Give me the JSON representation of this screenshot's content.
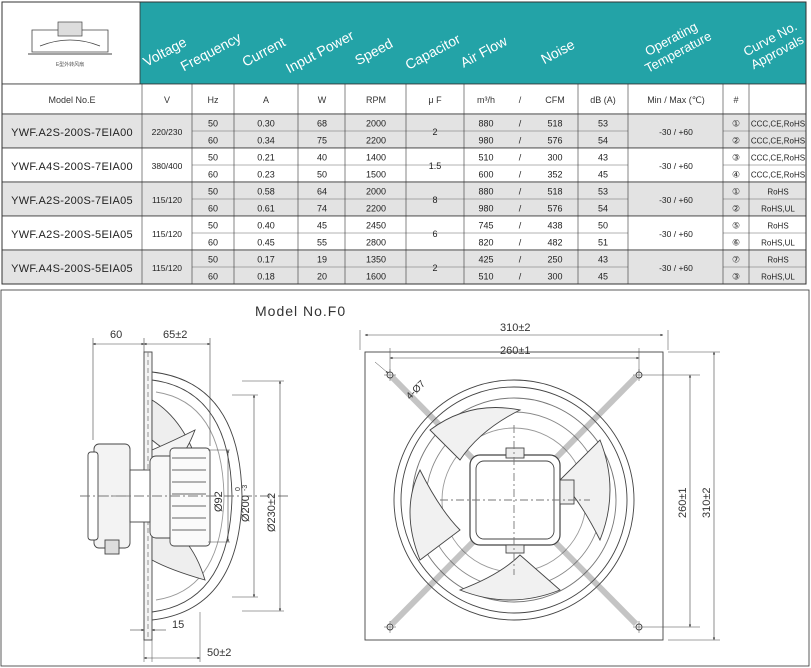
{
  "header": {
    "thumb_caption": "E型外转风扇",
    "columns": [
      "Voltage",
      "Frequency",
      "Current",
      "Input Power",
      "Speed",
      "Capacitor",
      "Air Flow",
      "Noise",
      "Operating Temperature",
      "Curve No. Approvals"
    ],
    "units": [
      "Model No.E",
      "V",
      "Hz",
      "A",
      "W",
      "RPM",
      "μ F",
      "m³/h",
      "/",
      "CFM",
      "dB (A)",
      "Min / Max (℃)",
      "#"
    ]
  },
  "colors": {
    "header_bg": "#23a3a7",
    "row_shade": "#e3e3e3",
    "line": "#333333"
  },
  "rows": [
    {
      "model": "YWF.A2S-200S-7EIA00",
      "voltage": "220/230",
      "cap": "2",
      "temp": "-30 / +60",
      "shade": true,
      "sub": [
        {
          "hz": "50",
          "a": "0.30",
          "w": "68",
          "rpm": "2000",
          "m3h": "880",
          "cfm": "518",
          "db": "53",
          "curve": "①",
          "appr": "CCC,CE,RoHS"
        },
        {
          "hz": "60",
          "a": "0.34",
          "w": "75",
          "rpm": "2200",
          "m3h": "980",
          "cfm": "576",
          "db": "54",
          "curve": "②",
          "appr": "CCC,CE,RoHS"
        }
      ]
    },
    {
      "model": "YWF.A4S-200S-7EIA00",
      "voltage": "380/400",
      "cap": "1.5",
      "temp": "-30 / +60",
      "shade": false,
      "sub": [
        {
          "hz": "50",
          "a": "0.21",
          "w": "40",
          "rpm": "1400",
          "m3h": "510",
          "cfm": "300",
          "db": "43",
          "curve": "③",
          "appr": "CCC,CE,RoHS"
        },
        {
          "hz": "60",
          "a": "0.23",
          "w": "50",
          "rpm": "1500",
          "m3h": "600",
          "cfm": "352",
          "db": "45",
          "curve": "④",
          "appr": "CCC,CE,RoHS"
        }
      ]
    },
    {
      "model": "YWF.A2S-200S-7EIA05",
      "voltage": "115/120",
      "cap": "8",
      "temp": "-30 / +60",
      "shade": true,
      "sub": [
        {
          "hz": "50",
          "a": "0.58",
          "w": "64",
          "rpm": "2000",
          "m3h": "880",
          "cfm": "518",
          "db": "53",
          "curve": "①",
          "appr": "RoHS"
        },
        {
          "hz": "60",
          "a": "0.61",
          "w": "74",
          "rpm": "2200",
          "m3h": "980",
          "cfm": "576",
          "db": "54",
          "curve": "②",
          "appr": "RoHS,UL"
        }
      ]
    },
    {
      "model": "YWF.A2S-200S-5EIA05",
      "voltage": "115/120",
      "cap": "6",
      "temp": "-30 / +60",
      "shade": false,
      "sub": [
        {
          "hz": "50",
          "a": "0.40",
          "w": "45",
          "rpm": "2450",
          "m3h": "745",
          "cfm": "438",
          "db": "50",
          "curve": "⑤",
          "appr": "RoHS"
        },
        {
          "hz": "60",
          "a": "0.45",
          "w": "55",
          "rpm": "2800",
          "m3h": "820",
          "cfm": "482",
          "db": "51",
          "curve": "⑥",
          "appr": "RoHS,UL"
        }
      ]
    },
    {
      "model": "YWF.A4S-200S-5EIA05",
      "voltage": "115/120",
      "cap": "2",
      "temp": "-30 / +60",
      "shade": true,
      "sub": [
        {
          "hz": "50",
          "a": "0.17",
          "w": "19",
          "rpm": "1350",
          "m3h": "425",
          "cfm": "250",
          "db": "43",
          "curve": "⑦",
          "appr": "RoHS"
        },
        {
          "hz": "60",
          "a": "0.18",
          "w": "20",
          "rpm": "1600",
          "m3h": "510",
          "cfm": "300",
          "db": "45",
          "curve": "③",
          "appr": "RoHS,UL"
        }
      ]
    }
  ],
  "drawing": {
    "title": "Model No.F0",
    "dims": {
      "d60": "60",
      "d65": "65±2",
      "d92": "Ø92",
      "d200": "Ø200",
      "d200tol_up": "0",
      "d200tol_dn": "-3",
      "d230": "Ø230±2",
      "d15": "15",
      "d50": "50±2",
      "d310top": "310±2",
      "d260top": "260±1",
      "d4holes": "4-Ø7",
      "d260side": "260±1",
      "d310side": "310±2"
    }
  }
}
